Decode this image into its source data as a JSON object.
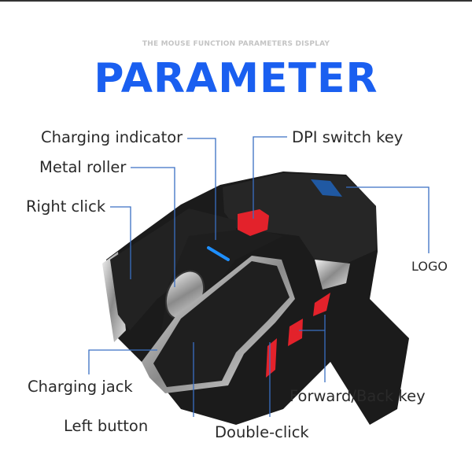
{
  "header": {
    "subtitle": "THE MOUSE FUNCTION PARAMETERS DISPLAY",
    "title": "PARAMETER"
  },
  "labels": {
    "charging_indicator": "Charging indicator",
    "metal_roller": "Metal roller",
    "right_click": "Right click",
    "dpi_switch_key": "DPI switch key",
    "logo": "LOGO",
    "charging_jack": "Charging jack",
    "left_button": "Left button",
    "double_click": "Double-click",
    "forward_back_key": "Forward/Back key"
  },
  "colors": {
    "title": "#1a5ff0",
    "leader_line": "#3a6fc4",
    "accent_red": "#e3222b",
    "indicator_blue": "#1e8fff"
  }
}
